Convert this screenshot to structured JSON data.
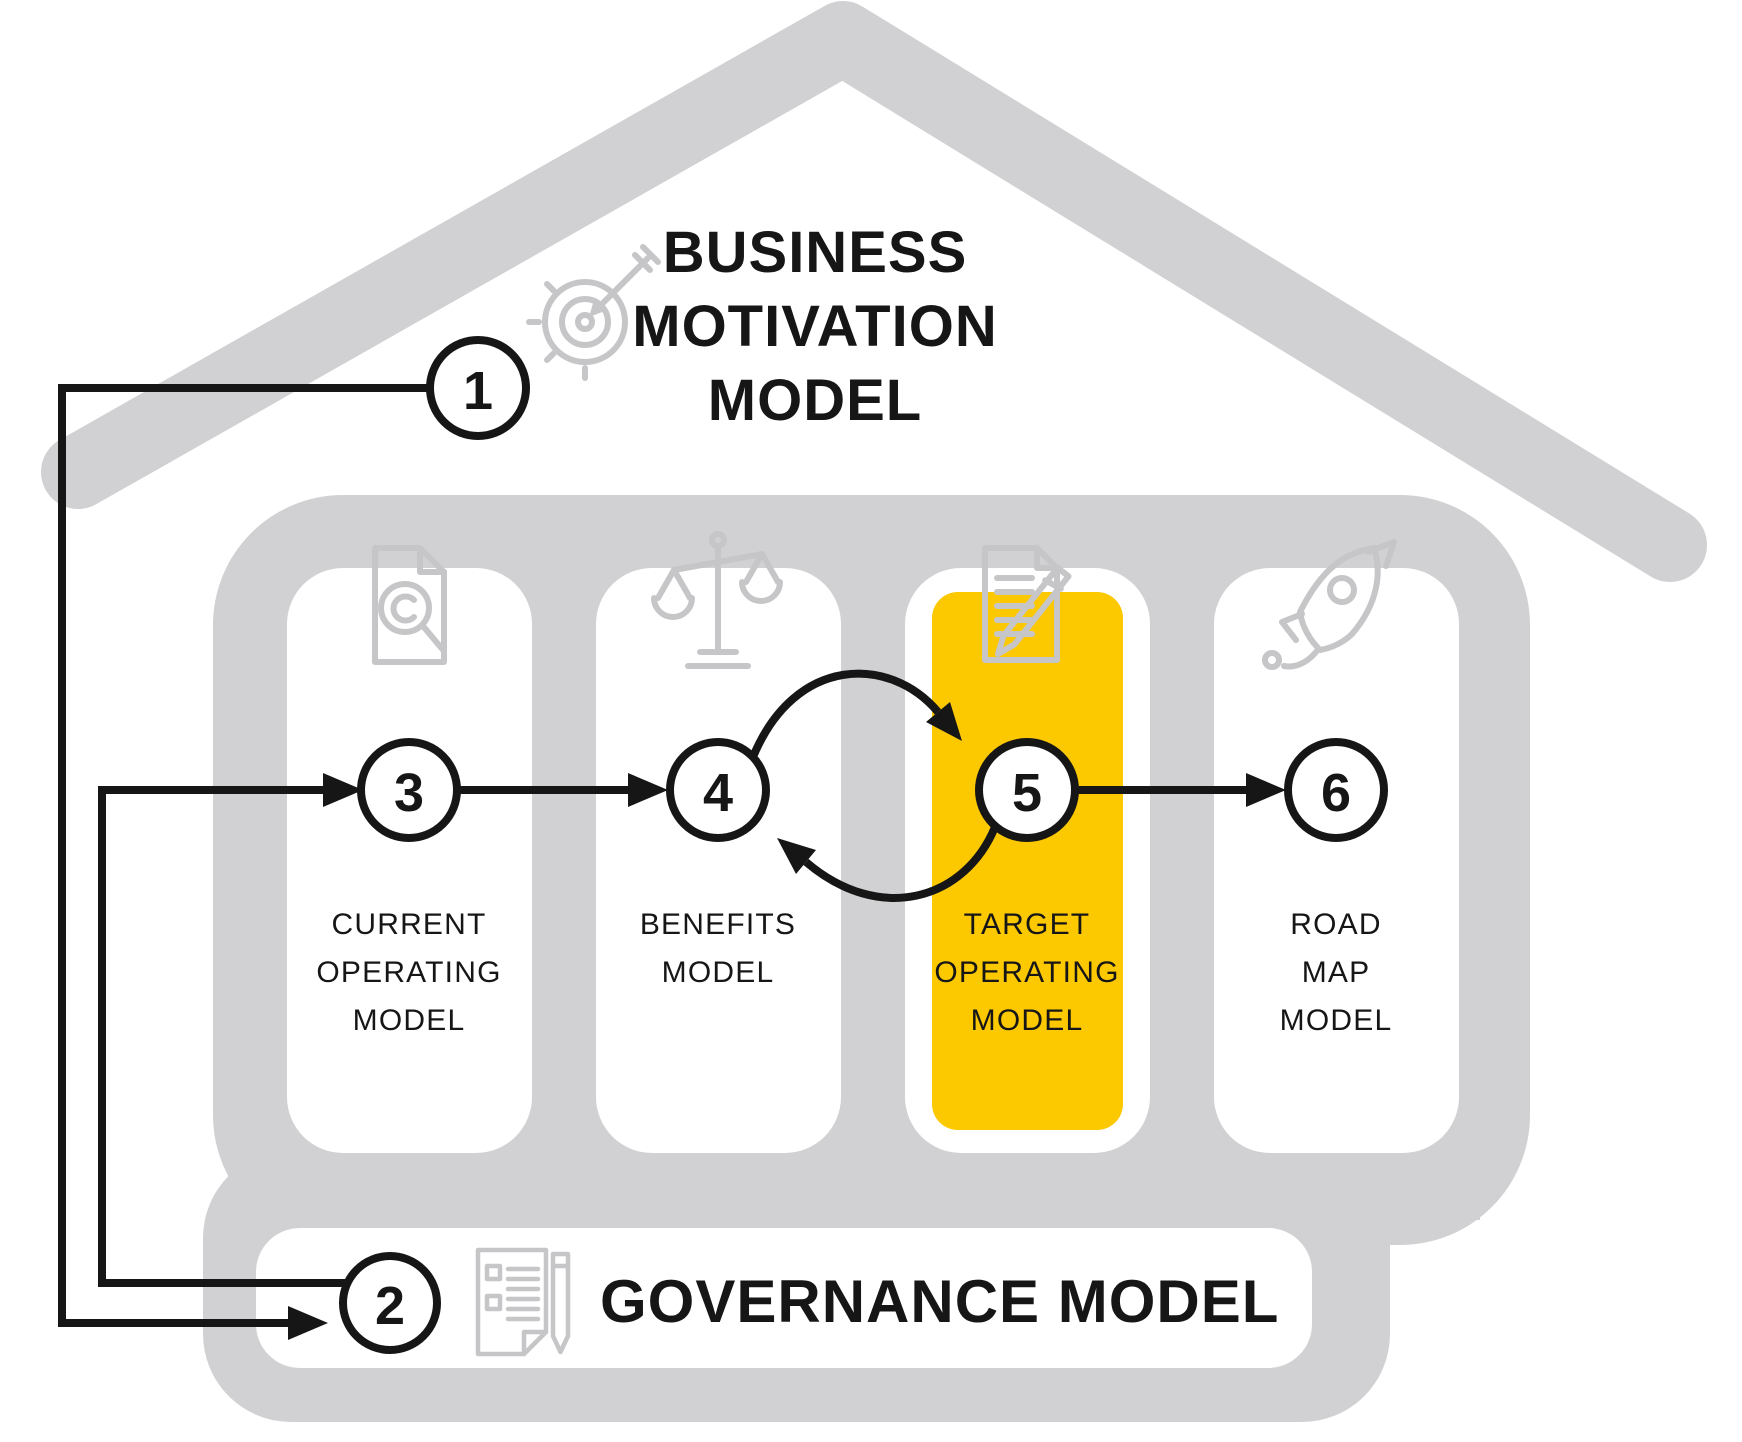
{
  "colors": {
    "blob": "#d1d1d3",
    "icon": "#c6c6c8",
    "accent": "#fcc800",
    "ink": "#161616",
    "bg": "#ffffff"
  },
  "title": {
    "lines": [
      "BUSINESS",
      "MOTIVATION",
      "MODEL"
    ]
  },
  "steps": [
    "1",
    "2",
    "3",
    "4",
    "5",
    "6"
  ],
  "pillars": [
    {
      "step": "3",
      "icon": "document-magnifier-icon",
      "highlighted": false,
      "label_lines": [
        "CURRENT",
        "OPERATING",
        "MODEL"
      ]
    },
    {
      "step": "4",
      "icon": "scales-icon",
      "highlighted": false,
      "label_lines": [
        "BENEFITS",
        "MODEL"
      ]
    },
    {
      "step": "5",
      "icon": "document-pencil-icon",
      "highlighted": true,
      "label_lines": [
        "TARGET",
        "OPERATING",
        "MODEL"
      ]
    },
    {
      "step": "6",
      "icon": "rocket-icon",
      "highlighted": false,
      "label_lines": [
        "ROAD",
        "MAP",
        "MODEL"
      ]
    }
  ],
  "governance": {
    "step": "2",
    "icon": "clipboard-pencil-icon",
    "label": "GOVERNANCE MODEL"
  },
  "flow_arrows": [
    "1-to-2",
    "2-to-3",
    "3-to-4",
    "4-to-5",
    "5-to-4",
    "5-to-6"
  ]
}
